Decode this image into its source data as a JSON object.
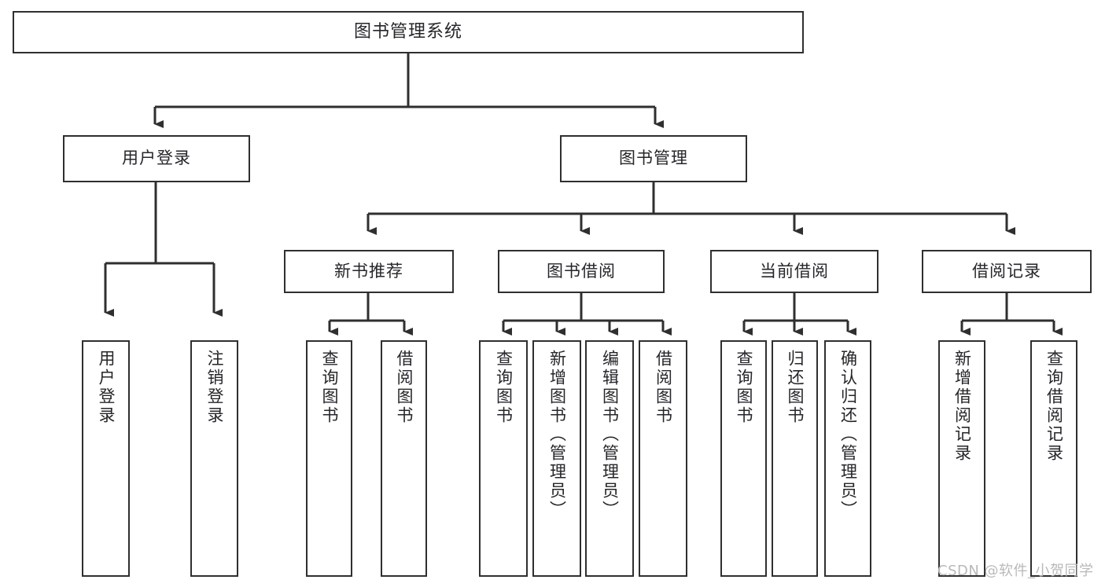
{
  "diagram": {
    "title": "图书管理系统",
    "watermark": "CSDN @软件_小贺同学",
    "colors": {
      "stroke": "#2f2f2f",
      "fill": "#ffffff",
      "text": "#26262b",
      "watermark": "#b9b9b9"
    },
    "root": {
      "label": "图书管理系统"
    },
    "level1": [
      {
        "label": "用户登录"
      },
      {
        "label": "图书管理"
      }
    ],
    "level2": [
      {
        "label": "新书推荐"
      },
      {
        "label": "图书借阅"
      },
      {
        "label": "当前借阅"
      },
      {
        "label": "借阅记录"
      }
    ],
    "leaves": {
      "user_login": [
        {
          "label": "用户登录"
        },
        {
          "label": "注销登录"
        }
      ],
      "new_book": [
        {
          "label": "查询图书"
        },
        {
          "label": "借阅图书"
        }
      ],
      "book_borrow": [
        {
          "label": "查询图书"
        },
        {
          "label": "新增图书（管理员）"
        },
        {
          "label": "编辑图书（管理员）"
        },
        {
          "label": "借阅图书"
        }
      ],
      "current_borrow": [
        {
          "label": "查询图书"
        },
        {
          "label": "归还图书"
        },
        {
          "label": "确认归还（管理员）"
        }
      ],
      "borrow_record": [
        {
          "label": "新增借阅记录"
        },
        {
          "label": "查询借阅记录"
        }
      ]
    }
  }
}
